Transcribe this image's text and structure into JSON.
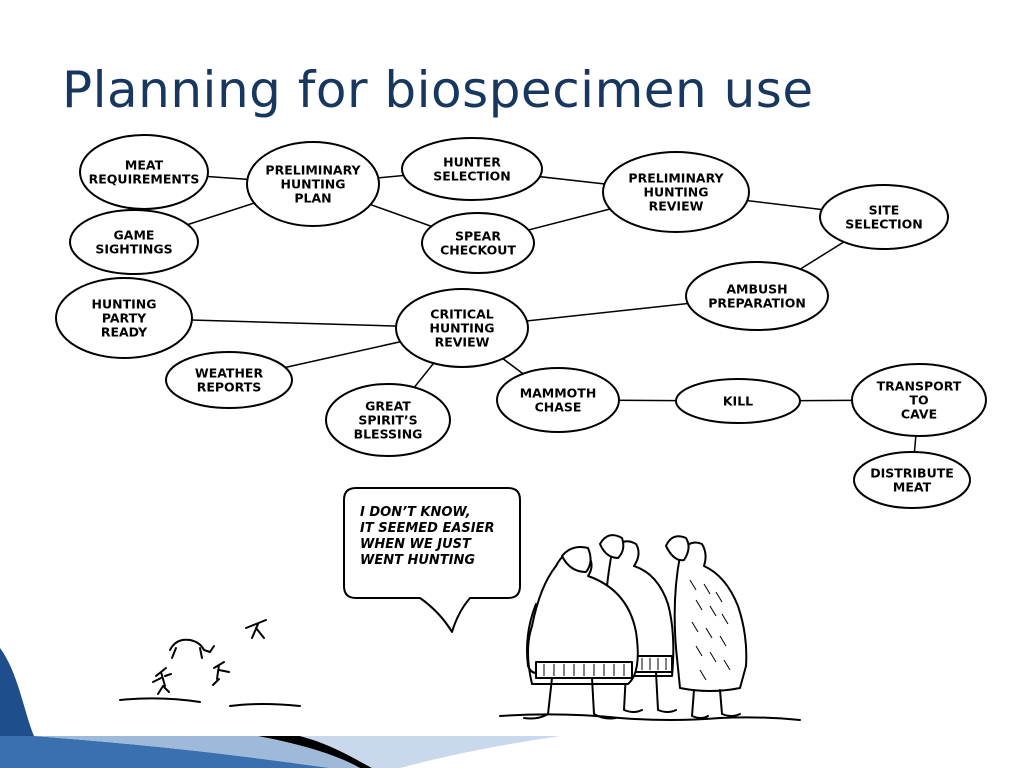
{
  "slide": {
    "title": "Planning for biospecimen use",
    "title_color": "#17375e",
    "accent_colors": [
      "#1f4e8c",
      "#3a6fb0",
      "#9fb9d9",
      "#000000"
    ]
  },
  "diagram": {
    "nodes": [
      {
        "id": "meat-requirements",
        "lines": [
          "MEAT",
          "REQUIREMENTS"
        ]
      },
      {
        "id": "game-sightings",
        "lines": [
          "GAME",
          "SIGHTINGS"
        ]
      },
      {
        "id": "preliminary-hunting-plan",
        "lines": [
          "PRELIMINARY",
          "HUNTING",
          "PLAN"
        ]
      },
      {
        "id": "hunter-selection",
        "lines": [
          "HUNTER",
          "SELECTION"
        ]
      },
      {
        "id": "spear-checkout",
        "lines": [
          "SPEAR",
          "CHECKOUT"
        ]
      },
      {
        "id": "preliminary-hunting-review",
        "lines": [
          "PRELIMINARY",
          "HUNTING",
          "REVIEW"
        ]
      },
      {
        "id": "site-selection",
        "lines": [
          "SITE",
          "SELECTION"
        ]
      },
      {
        "id": "ambush-preparation",
        "lines": [
          "AMBUSH",
          "PREPARATION"
        ]
      },
      {
        "id": "hunting-party-ready",
        "lines": [
          "HUNTING",
          "PARTY",
          "READY"
        ]
      },
      {
        "id": "critical-hunting-review",
        "lines": [
          "CRITICAL",
          "HUNTING",
          "REVIEW"
        ]
      },
      {
        "id": "weather-reports",
        "lines": [
          "WEATHER",
          "REPORTS"
        ]
      },
      {
        "id": "great-spirits-blessing",
        "lines": [
          "GREAT",
          "SPIRIT’S",
          "BLESSING"
        ]
      },
      {
        "id": "mammoth-chase",
        "lines": [
          "MAMMOTH",
          "CHASE"
        ]
      },
      {
        "id": "kill",
        "lines": [
          "KILL"
        ]
      },
      {
        "id": "transport-to-cave",
        "lines": [
          "TRANSPORT",
          "TO",
          "CAVE"
        ]
      },
      {
        "id": "distribute-meat",
        "lines": [
          "DISTRIBUTE",
          "MEAT"
        ]
      }
    ],
    "edges": [
      [
        "meat-requirements",
        "preliminary-hunting-plan"
      ],
      [
        "game-sightings",
        "preliminary-hunting-plan"
      ],
      [
        "preliminary-hunting-plan",
        "hunter-selection"
      ],
      [
        "preliminary-hunting-plan",
        "spear-checkout"
      ],
      [
        "hunter-selection",
        "preliminary-hunting-review"
      ],
      [
        "spear-checkout",
        "preliminary-hunting-review"
      ],
      [
        "preliminary-hunting-review",
        "site-selection"
      ],
      [
        "site-selection",
        "ambush-preparation"
      ],
      [
        "ambush-preparation",
        "critical-hunting-review"
      ],
      [
        "hunting-party-ready",
        "critical-hunting-review"
      ],
      [
        "weather-reports",
        "critical-hunting-review"
      ],
      [
        "great-spirits-blessing",
        "critical-hunting-review"
      ],
      [
        "critical-hunting-review",
        "mammoth-chase"
      ],
      [
        "mammoth-chase",
        "kill"
      ],
      [
        "kill",
        "transport-to-cave"
      ],
      [
        "transport-to-cave",
        "distribute-meat"
      ]
    ]
  },
  "cartoon": {
    "speech_lines": [
      "I DON’T KNOW,",
      "IT SEEMED EASIER",
      "WHEN WE JUST",
      "WENT HUNTING"
    ]
  }
}
